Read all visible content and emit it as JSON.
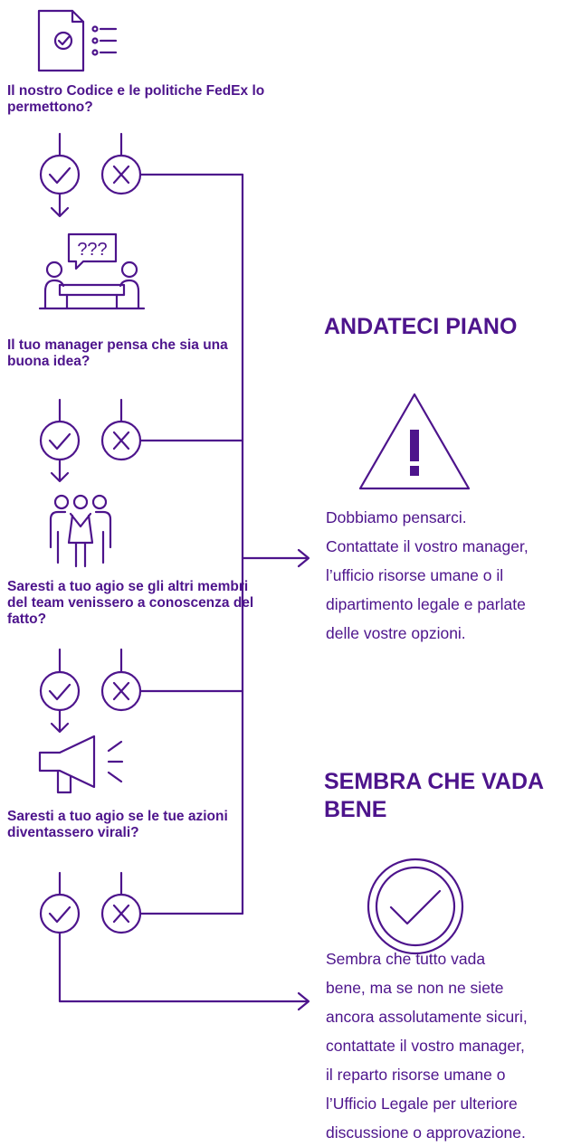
{
  "questions": [
    "Il nostro Codice e le politiche FedEx lo permettono?",
    "Il tuo manager pensa che sia una buona idea?",
    "Saresti a tuo agio se gli altri membri del team venissero a conoscenza del fatto?",
    "Saresti a tuo agio se le tue azioni diventassero virali?"
  ],
  "speech_bubble_text": "???",
  "caution": {
    "heading": "ANDATECI PIANO",
    "icon": "warning-triangle-icon",
    "body_lines": [
      "Dobbiamo pensarci.",
      "Contattate il vostro manager,",
      "l’ufficio risorse umane o il",
      "dipartimento legale e parlate",
      "delle vostre opzioni."
    ]
  },
  "ok": {
    "heading_lines": [
      "SEMBRA CHE VADA",
      "BENE"
    ],
    "icon": "check-circle-icon",
    "body_lines": [
      "Sembra che tutto vada",
      "bene, ma se non ne siete",
      "ancora assolutamente sicuri,",
      "contattate il vostro manager,",
      "il reparto risorse umane o",
      "l’Ufficio Legale per ulteriore",
      "discussione o approvazione."
    ]
  },
  "colors": {
    "brand_purple": "#4d148c",
    "background": "#ffffff"
  }
}
